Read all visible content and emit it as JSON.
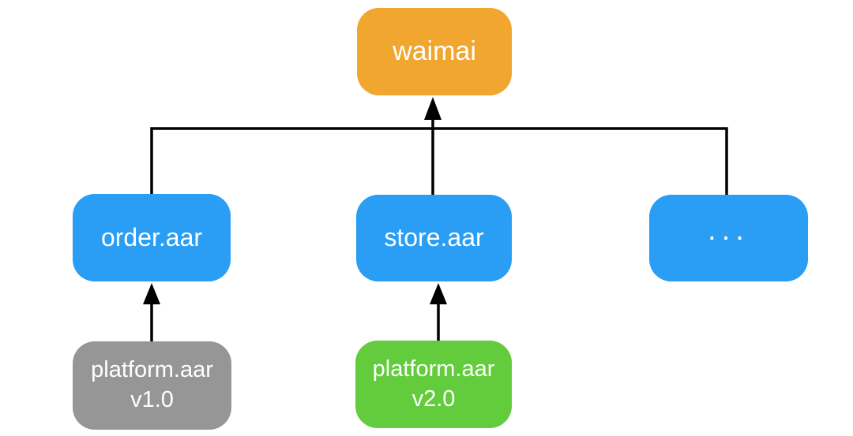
{
  "diagram": {
    "type": "dependency-tree",
    "nodes": {
      "waimai": {
        "label": "waimai"
      },
      "order": {
        "label": "order.aar"
      },
      "store": {
        "label": "store.aar"
      },
      "more": {
        "label": "..."
      },
      "platform_v1": {
        "label": "platform.aar",
        "version": "v1.0"
      },
      "platform_v2": {
        "label": "platform.aar",
        "version": "v2.0"
      }
    },
    "edges": [
      {
        "from": "order.aar",
        "to": "waimai"
      },
      {
        "from": "store.aar",
        "to": "waimai"
      },
      {
        "from": "...",
        "to": "waimai"
      },
      {
        "from": "platform.aar v1.0",
        "to": "order.aar"
      },
      {
        "from": "platform.aar v2.0",
        "to": "store.aar"
      }
    ]
  },
  "colors": {
    "orange": "#F0A62F",
    "blue": "#2A9DF5",
    "gray": "#969696",
    "green": "#62CC3C",
    "line": "#000000",
    "text": "#ffffff",
    "background": "#ffffff"
  }
}
